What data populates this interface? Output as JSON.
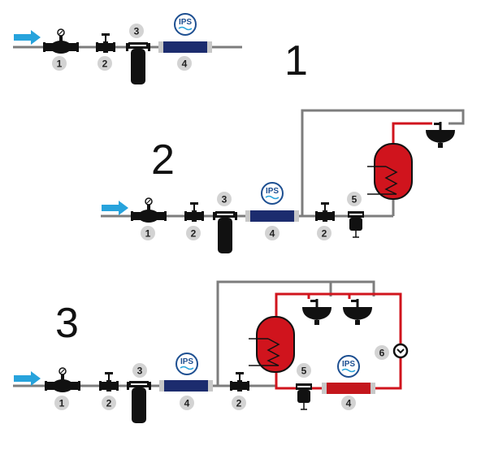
{
  "scenarios": [
    {
      "number": "1"
    },
    {
      "number": "2"
    },
    {
      "number": "3"
    }
  ],
  "labels": {
    "meter": "1",
    "valve": "2",
    "filter": "3",
    "ips": "4",
    "boiler_filter": "5",
    "pump": "6"
  },
  "ips_logo_text": "IPS",
  "colors": {
    "cold_pipe": "#7d7d7d",
    "hot_pipe": "#d0141d",
    "inflow_arrow": "#27a3dc",
    "ips_unit": "#1c2c6e",
    "ips_unit_hot": "#c4161c",
    "badge": "#d3d3d3",
    "device": "#111111"
  }
}
